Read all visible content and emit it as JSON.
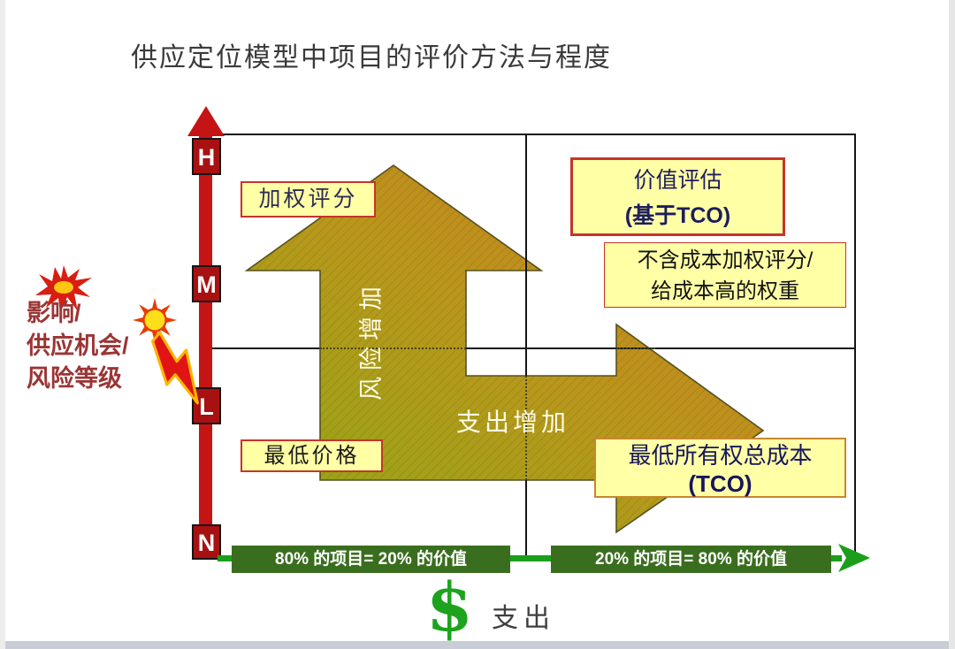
{
  "slide": {
    "title": "供应定位模型中项目的评价方法与程度"
  },
  "risk_axis": {
    "levels": [
      "H",
      "M",
      "L",
      "N"
    ],
    "legend": {
      "line1": "影响/",
      "line2": "供应机会/",
      "line3": "风险等级"
    },
    "icons": [
      "starburst-icon",
      "sun-icon",
      "lightning-icon"
    ]
  },
  "methods": {
    "weighted_scoring": "加权评分",
    "value_assessment_line1": "价值评估",
    "value_assessment_line2": "(基于TCO)",
    "non_cost_weighted_line1": "不含成本加权评分/",
    "non_cost_weighted_line2": "给成本高的权重",
    "lowest_price": "最低价格",
    "lowest_tco_line1": "最低所有权总成本",
    "lowest_tco_line2": "(TCO)"
  },
  "flow_arrow": {
    "risk_increase": "风险增加",
    "spend_increase": "支出增加"
  },
  "spend_axis": {
    "left_rule": "80% 的项目= 20% 的价值",
    "right_rule": "20% 的项目= 80% 的价值",
    "currency_symbol": "$",
    "axis_label": "支出"
  },
  "colors": {
    "axis_red": "#c41414",
    "block_red": "#a81111",
    "panel_yellow": "#ffffa6",
    "panel_border_red": "#c53529",
    "navy_text": "#1d1d5e",
    "bar_green_dark": "#3a6e1f",
    "bar_green_bright": "#1b9e1b",
    "arrow_green": "#93aa15",
    "arrow_orange": "#cd7a1f"
  }
}
